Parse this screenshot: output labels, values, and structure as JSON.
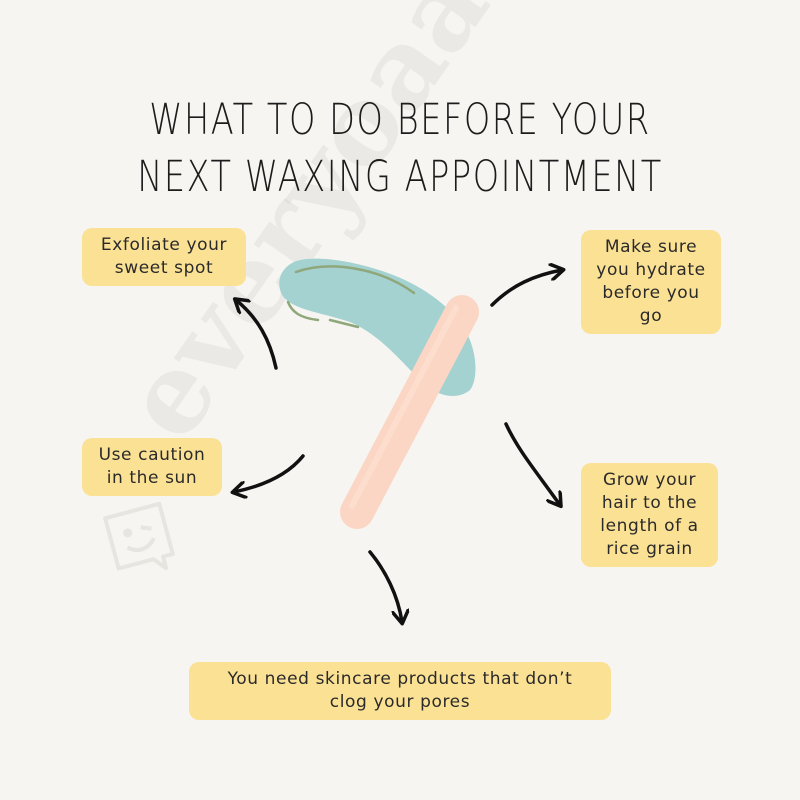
{
  "title": {
    "line1": "WHAT TO DO BEFORE YOUR",
    "line2": "NEXT WAXING APPOINTMENT"
  },
  "tips": [
    {
      "id": "exfoliate",
      "text": "Exfoliate your sweet spot",
      "lines": [
        "Exfoliate your",
        "sweet spot"
      ]
    },
    {
      "id": "hydrate",
      "text": "Make sure you hydrate before you go",
      "lines": [
        "Make sure",
        "you hydrate",
        "before you",
        "go"
      ]
    },
    {
      "id": "sun",
      "text": "Use caution in the sun",
      "lines": [
        "Use caution",
        "in the sun"
      ]
    },
    {
      "id": "hair-length",
      "text": "Grow your hair to the length of a rice grain",
      "lines": [
        "Grow your",
        "hair to the",
        "length of a",
        "rice grain"
      ]
    },
    {
      "id": "skincare",
      "text": "You need skincare products that don't clog your pores",
      "lines": [
        "You need skincare products that don’t",
        "clog your pores"
      ]
    }
  ],
  "watermark": {
    "text": "everyoaah"
  },
  "colors": {
    "background": "#f6f5f1",
    "note_bg": "#fbe194",
    "wax_strip": "#a3d2d1",
    "wax_strip_stitch": "#8fa77a",
    "spatula": "#fbd6c4",
    "arrow": "#111111",
    "text": "#2a2a2a"
  }
}
